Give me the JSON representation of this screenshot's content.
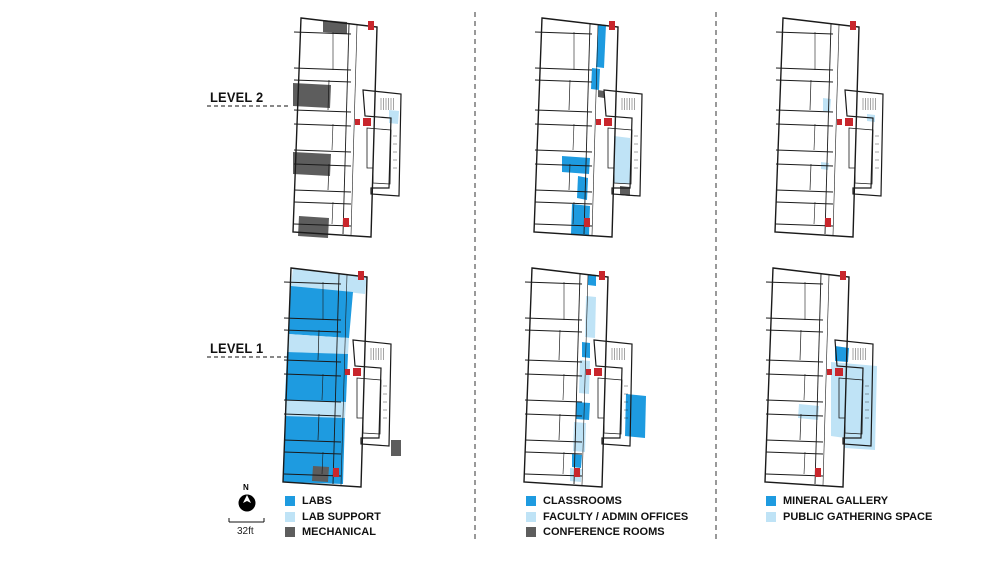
{
  "levels": {
    "upper": "LEVEL 2",
    "lower": "LEVEL 1"
  },
  "legends": {
    "labs": {
      "items": [
        {
          "label": "LABS",
          "color": "#1e9be0"
        },
        {
          "label": "LAB SUPPORT",
          "color": "#bfe3f6"
        },
        {
          "label": "MECHANICAL",
          "color": "#5d5d5d"
        }
      ]
    },
    "classrooms": {
      "items": [
        {
          "label": "CLASSROOMS",
          "color": "#1e9be0"
        },
        {
          "label": "FACULTY / ADMIN OFFICES",
          "color": "#bfe3f6"
        },
        {
          "label": "CONFERENCE ROOMS",
          "color": "#5d5d5d"
        }
      ]
    },
    "public": {
      "items": [
        {
          "label": "MINERAL GALLERY",
          "color": "#1e9be0"
        },
        {
          "label": "PUBLIC GATHERING SPACE",
          "color": "#bfe3f6"
        }
      ]
    }
  },
  "north": {
    "letter": "N",
    "icon": "north-arrow-icon"
  },
  "scale": {
    "label": "32ft"
  },
  "colors": {
    "dark_blue": "#1e9be0",
    "light_blue": "#bfe3f6",
    "gray": "#5d5d5d",
    "red": "#c8262c",
    "line": "#1a1a1a"
  }
}
